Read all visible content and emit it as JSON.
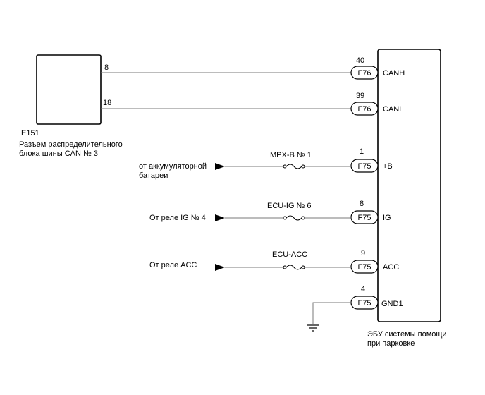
{
  "connector_block": {
    "code": "E151",
    "name_line1": "Разъем распределительного",
    "name_line2": "блока шины CAN № 3",
    "pin_canh": "8",
    "pin_canl": "18"
  },
  "ecu": {
    "name_line1": "ЭБУ системы помощи",
    "name_line2": "при парковке"
  },
  "terminals": [
    {
      "pin": "40",
      "connector": "F76",
      "label": "CANH"
    },
    {
      "pin": "39",
      "connector": "F76",
      "label": "CANL"
    },
    {
      "pin": "1",
      "connector": "F75",
      "label": "+B"
    },
    {
      "pin": "8",
      "connector": "F75",
      "label": "IG"
    },
    {
      "pin": "9",
      "connector": "F75",
      "label": "ACC"
    },
    {
      "pin": "4",
      "connector": "F75",
      "label": "GND1"
    }
  ],
  "sources": [
    {
      "line1": "от аккумуляторной",
      "line2": "батареи",
      "fuse": "MPX-B № 1"
    },
    {
      "line1": "От реле IG № 4",
      "line2": "",
      "fuse": "ECU-IG № 6"
    },
    {
      "line1": "От реле ACC",
      "line2": "",
      "fuse": "ECU-ACC"
    }
  ]
}
